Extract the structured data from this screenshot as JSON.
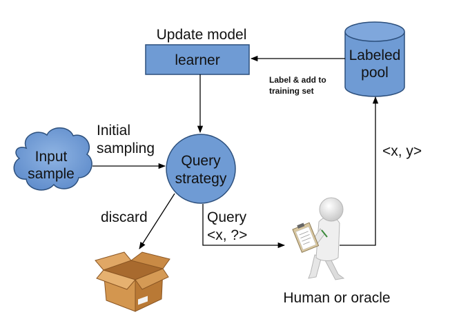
{
  "nodes": {
    "learner": "learner",
    "update_model": "Update model",
    "labeled_pool_line1": "Labeled",
    "labeled_pool_line2": "pool",
    "input_sample_line1": "Input",
    "input_sample_line2": "sample",
    "query_strategy_line1": "Query",
    "query_strategy_line2": "strategy",
    "human_or_oracle": "Human or oracle"
  },
  "edges": {
    "initial_sampling_line1": "Initial",
    "initial_sampling_line2": "sampling",
    "discard": "discard",
    "query_line1": "Query",
    "query_line2": "<x, ?>",
    "xy": "<x, y>",
    "label_add_line1": "Label & add to",
    "label_add_line2": "training set"
  },
  "colors": {
    "node_fill": "#6f9bd4",
    "node_stroke": "#2c4f7c",
    "arrow": "#000000",
    "box": "#c8843e"
  },
  "icons": {
    "input": "cloud-icon",
    "pool": "database-cylinder-icon",
    "discard": "cardboard-box-icon",
    "oracle": "person-with-clipboard-icon"
  }
}
